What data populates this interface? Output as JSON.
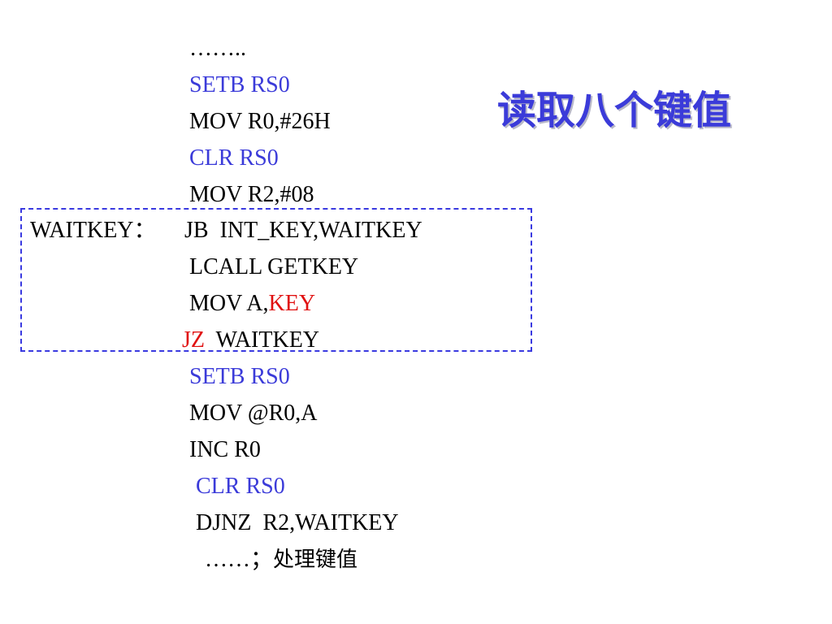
{
  "title": "读取八个键值",
  "code": {
    "l01": "……..",
    "l02": "SETB RS0",
    "l03": "MOV R0,#26H",
    "l04": "CLR RS0",
    "l05": "MOV R2,#08",
    "l06_label": "WAITKEY：",
    "l06_instr": "JB  INT_KEY,WAITKEY",
    "l07": "LCALL GETKEY",
    "l08_prefix": "MOV A,",
    "l08_key": "KEY",
    "l09_op": "JZ",
    "l09_arg": "  WAITKEY",
    "l10": "SETB RS0",
    "l11": "MOV @R0,A",
    "l12": "INC R0",
    "l13": "CLR RS0",
    "l14": "DJNZ  R2,WAITKEY",
    "l15_dots": "……；",
    "l15_text": "处理键值"
  },
  "colors": {
    "blue": "#3b3bd9",
    "red": "#e01010",
    "box_border": "#3a3ae0"
  }
}
